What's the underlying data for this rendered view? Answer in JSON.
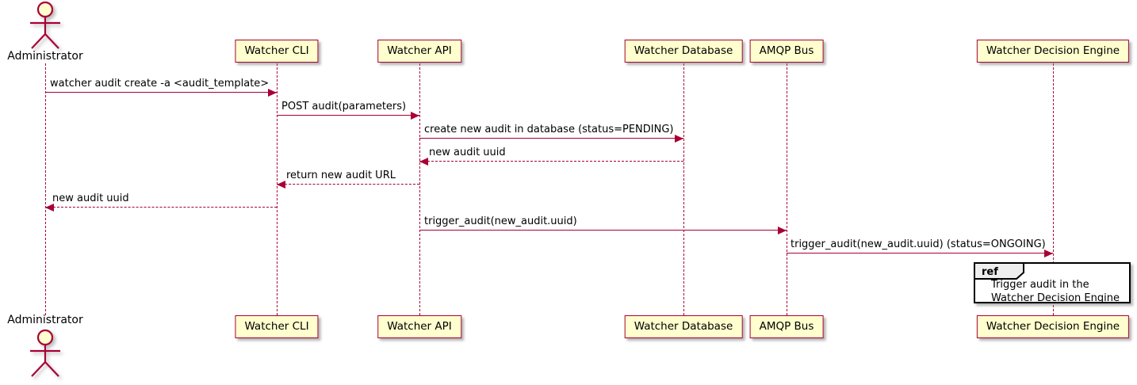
{
  "diagram": {
    "type": "uml-sequence-diagram",
    "colors": {
      "participant_fill": "#FEFECE",
      "line_and_border": "#A80036",
      "text": "#000000",
      "ref_border": "#000000",
      "ref_tab_fill": "#EEEEEE",
      "background": "#FFFFFF"
    },
    "actor": {
      "name": "Administrator"
    },
    "participants": [
      {
        "name": "Watcher CLI"
      },
      {
        "name": "Watcher API"
      },
      {
        "name": "Watcher Database"
      },
      {
        "name": "AMQP Bus"
      },
      {
        "name": "Watcher Decision Engine"
      }
    ],
    "messages": [
      {
        "from": "Administrator",
        "to": "Watcher CLI",
        "label": "watcher audit create -a <audit_template>",
        "style": "solid",
        "direction": "right"
      },
      {
        "from": "Watcher CLI",
        "to": "Watcher API",
        "label": "POST audit(parameters)",
        "style": "solid",
        "direction": "right"
      },
      {
        "from": "Watcher API",
        "to": "Watcher Database",
        "label": "create new audit in database (status=PENDING)",
        "style": "solid",
        "direction": "right"
      },
      {
        "from": "Watcher Database",
        "to": "Watcher API",
        "label": "new audit uuid",
        "style": "dashed",
        "direction": "left"
      },
      {
        "from": "Watcher API",
        "to": "Watcher CLI",
        "label": "return new audit URL",
        "style": "dashed",
        "direction": "left"
      },
      {
        "from": "Watcher CLI",
        "to": "Administrator",
        "label": "new audit uuid",
        "style": "dashed",
        "direction": "left"
      },
      {
        "from": "Watcher API",
        "to": "AMQP Bus",
        "label": "trigger_audit(new_audit.uuid)",
        "style": "solid",
        "direction": "right"
      },
      {
        "from": "AMQP Bus",
        "to": "Watcher Decision Engine",
        "label": "trigger_audit(new_audit.uuid) (status=ONGOING)",
        "style": "solid",
        "direction": "right"
      }
    ],
    "ref": {
      "keyword": "ref",
      "over": "Watcher Decision Engine",
      "lines": [
        "Trigger audit in the",
        "Watcher Decision Engine"
      ]
    }
  }
}
